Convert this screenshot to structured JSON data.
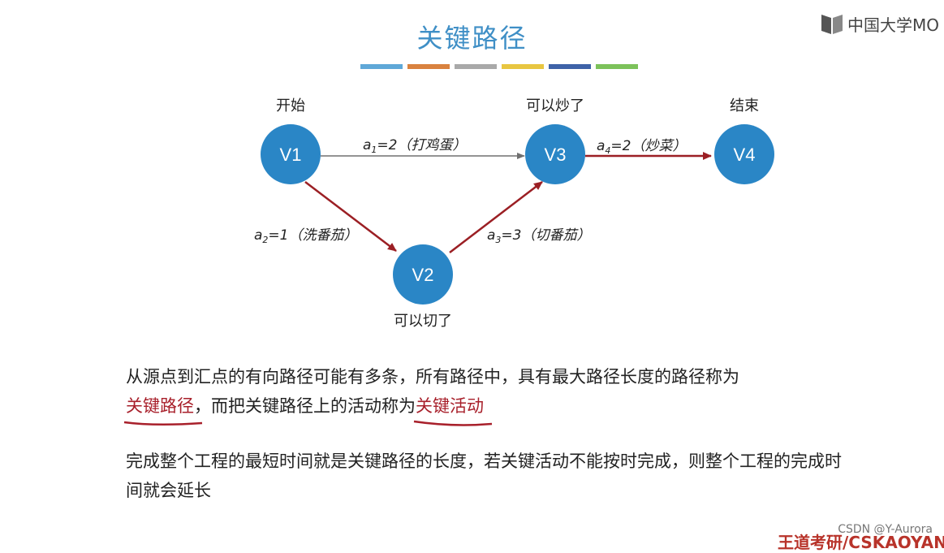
{
  "logo": {
    "text": "中国大学MO"
  },
  "title": "关键路径",
  "color_bar": [
    "#5fa8d8",
    "#d9823f",
    "#a9a9a9",
    "#e8c641",
    "#3e62a8",
    "#7cc25a"
  ],
  "colors": {
    "node": "#2a86c6",
    "gray_edge": "#707070",
    "red_edge": "#9b1f24",
    "highlight": "#a8202b"
  },
  "nodes": {
    "v1": {
      "label": "V1",
      "caption": "开始"
    },
    "v2": {
      "label": "V2",
      "caption": "可以切了"
    },
    "v3": {
      "label": "V3",
      "caption": "可以炒了"
    },
    "v4": {
      "label": "V4",
      "caption": "结束"
    }
  },
  "edges": {
    "a1": {
      "sym": "a",
      "sub": "1",
      "rest": "=2（打鸡蛋）"
    },
    "a2": {
      "sym": "a",
      "sub": "2",
      "rest": "=1（洗番茄）"
    },
    "a3": {
      "sym": "a",
      "sub": "3",
      "rest": "=3（切番茄）"
    },
    "a4": {
      "sym": "a",
      "sub": "4",
      "rest": "=2（炒菜）"
    }
  },
  "text": {
    "p1_a": "从源点到汇点的有向路径可能有多条，所有路径中，具有最大路径长度的路径称为",
    "p1_hl1": "关键路径",
    "p1_b": "，而把关键路径上的活动称为",
    "p1_hl2": "关键活动",
    "p2": "完成整个工程的最短时间就是关键路径的长度，若关键活动不能按时完成，则整个工程的完成时间就会延长"
  },
  "footer": {
    "brand": "王道考研/CSKAOYAN",
    "watermark": "CSDN @Y-Aurora"
  }
}
